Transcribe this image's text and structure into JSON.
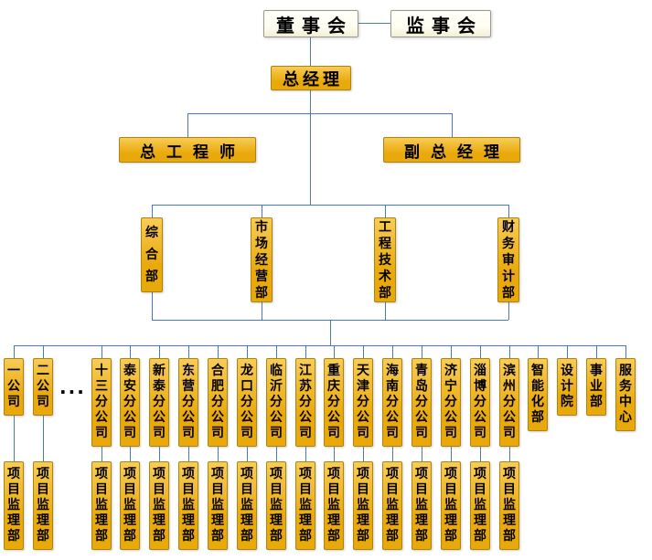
{
  "chart": {
    "board": "董事会",
    "supervisory": "监事会",
    "general_manager": "总经理",
    "chief_engineer": "总工程师",
    "deputy_general_manager": "副总经理",
    "departments": [
      "综合部",
      "市场经营部",
      "工程技术部",
      "财务审计部"
    ],
    "branches": [
      {
        "label": "一公司",
        "has_project_dept": true
      },
      {
        "label": "二公司",
        "has_project_dept": true
      },
      {
        "label": "十三分公司",
        "has_project_dept": true
      },
      {
        "label": "泰安分公司",
        "has_project_dept": true
      },
      {
        "label": "新泰分公司",
        "has_project_dept": true
      },
      {
        "label": "东营分公司",
        "has_project_dept": true
      },
      {
        "label": "合肥分公司",
        "has_project_dept": true
      },
      {
        "label": "龙口分公司",
        "has_project_dept": true
      },
      {
        "label": "临沂分公司",
        "has_project_dept": true
      },
      {
        "label": "江苏分公司",
        "has_project_dept": true
      },
      {
        "label": "重庆分公司",
        "has_project_dept": true
      },
      {
        "label": "天津分公司",
        "has_project_dept": true
      },
      {
        "label": "海南分公司",
        "has_project_dept": true
      },
      {
        "label": "青岛分公司",
        "has_project_dept": true
      },
      {
        "label": "济宁分公司",
        "has_project_dept": true
      },
      {
        "label": "淄博分公司",
        "has_project_dept": true
      },
      {
        "label": "滨州分公司",
        "has_project_dept": true
      },
      {
        "label": "智能化部",
        "has_project_dept": false
      },
      {
        "label": "设计院",
        "has_project_dept": false
      },
      {
        "label": "事业部",
        "has_project_dept": false
      },
      {
        "label": "服务中心",
        "has_project_dept": false
      }
    ],
    "ellipsis": "...",
    "ellipsis_after_index": 1,
    "project_dept_label": "项目监理部"
  },
  "colors": {
    "box_gold": "#E9A90B",
    "box_gold_light": "#F8CC55",
    "box_border": "#A98614",
    "top_box_bg": "#FFFEF2",
    "top_box_border": "#9A9A8C",
    "line": "#4A7AB5",
    "text": "#000000"
  }
}
